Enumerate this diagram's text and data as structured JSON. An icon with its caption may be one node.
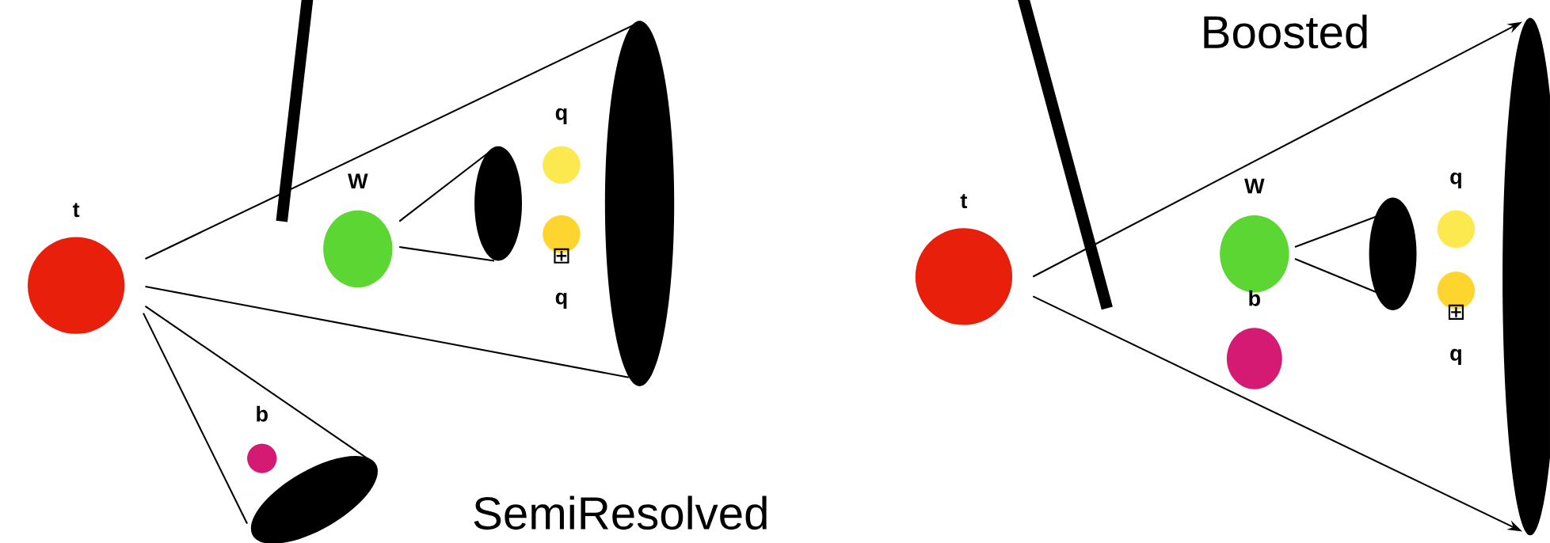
{
  "diagram": {
    "nodes": [
      {
        "text": [
          "t"
        ]
      },
      {
        "text": [
          "W"
        ]
      },
      {
        "text": [],
        "shape": "ellipse"
      },
      {
        "text": [
          "q"
        ]
      },
      {
        "text": [
          "q"
        ]
      },
      {
        "text": [],
        "shape": "ellipse"
      },
      {
        "text": [
          "b"
        ]
      },
      {
        "text": [],
        "shape": "ellipse"
      },
      {
        "text": [
          "t"
        ]
      },
      {
        "text": [
          "W"
        ]
      },
      {
        "text": [
          "b"
        ]
      },
      {
        "text": [],
        "shape": "ellipse"
      },
      {
        "text": [
          "q"
        ]
      },
      {
        "text": [
          "q"
        ]
      },
      {
        "text": [],
        "shape": "ellipse"
      }
    ],
    "edges": [
      {
        "from": 0,
        "to": 5,
        "arrow": "none"
      },
      {
        "from": 0,
        "to": 5,
        "arrow": "none"
      },
      {
        "from": 0,
        "to": 7,
        "arrow": "none"
      },
      {
        "from": 0,
        "to": 7,
        "arrow": "none"
      },
      {
        "from": 1,
        "to": 2,
        "arrow": "none"
      },
      {
        "from": 1,
        "to": 2,
        "arrow": "none"
      },
      {
        "from": 8,
        "to": 14,
        "arrow": "to"
      },
      {
        "from": 8,
        "to": 14,
        "arrow": "to"
      },
      {
        "from": 9,
        "to": 11,
        "arrow": "none"
      },
      {
        "from": 9,
        "to": 11,
        "arrow": "none"
      }
    ],
    "labels": [
      "Boosted",
      "⊞",
      "⊞",
      "SemiResolved"
    ]
  }
}
